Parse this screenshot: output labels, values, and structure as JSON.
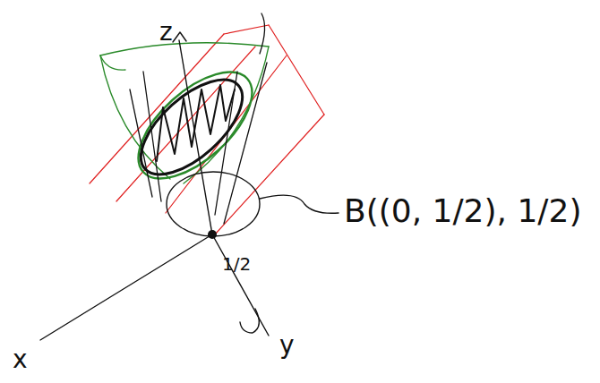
{
  "diagram": {
    "labels": [
      "z",
      "x",
      "y",
      "1/2",
      "B((0, 1/2), 1/2)"
    ]
  }
}
